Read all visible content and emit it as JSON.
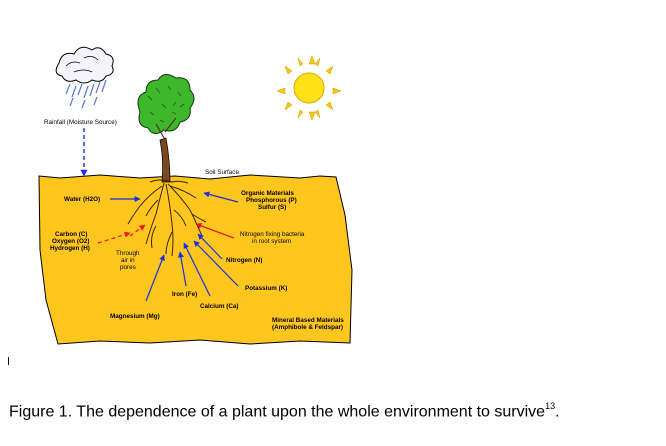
{
  "labels": {
    "rainfall": "Rainfall (Moisture Source)",
    "soil_surface": "Soil Surface",
    "water": "Water (H2O)",
    "organic_1": "Organic Materials",
    "organic_2": "Phosphorous (P)",
    "organic_3": "Sulfur (S)",
    "carbon": "Carbon (C)",
    "oxygen": "Oxygen (O2)",
    "hydrogen": "Hydrogen (H)",
    "through_1": "Through",
    "through_2": "air in",
    "through_3": "pores",
    "bacteria_1": "Nitrogen fixing bacteria",
    "bacteria_2": "in root system",
    "nitrogen": "Nitrogen (N)",
    "potassium": "Potassium (K)",
    "iron": "Iron (Fe)",
    "calcium": "Calcium (Ca)",
    "magnesium": "Magnesium (Mg)",
    "mineral_1": "Mineral Based Materials",
    "mineral_2": "(Amphibole & Feldspar)"
  },
  "caption": {
    "text": "Figure 1. The dependence of a plant upon the whole environment to survive",
    "superscript": "13",
    "end": "."
  },
  "colors": {
    "soil": "#FFC61E",
    "arrow_blue": "#1C2FE0",
    "arrow_red": "#E8191E",
    "leaves": "#3FB72C",
    "sun": "#FFE11A"
  }
}
